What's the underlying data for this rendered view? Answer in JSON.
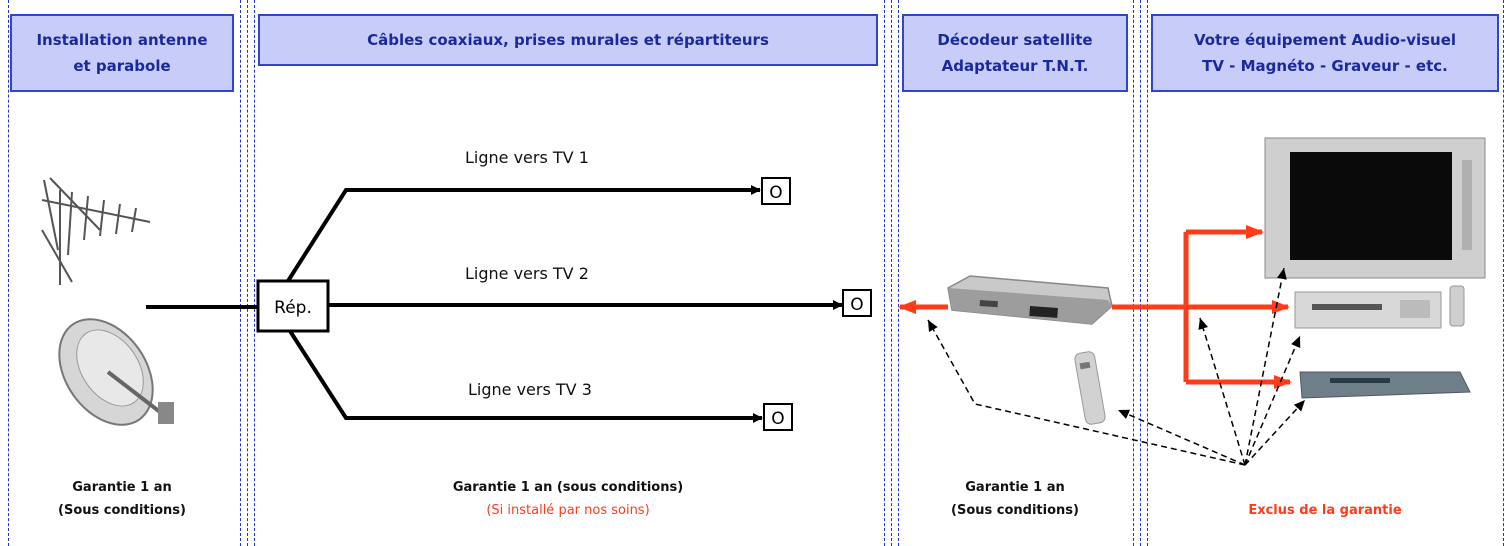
{
  "headers": {
    "col1": "Installation antenne\net parabole",
    "col2": "Câbles coaxiaux, prises murales et répartiteurs",
    "col3": "Décodeur satellite\nAdaptateur T.N.T.",
    "col4": "Votre équipement Audio-visuel\nTV - Magnéto - Graveur - etc."
  },
  "lines": {
    "tv1": "Ligne vers TV 1",
    "tv2": "Ligne vers TV 2",
    "tv3": "Ligne vers TV 3",
    "splitter": "Rép.",
    "socket_symbol": "O"
  },
  "footers": {
    "col1": "Garantie 1 an\n(Sous conditions)",
    "col2_main": "Garantie 1 an (sous conditions)",
    "col2_note": "(Si installé par nos soins)",
    "col3": "Garantie 1 an\n(Sous conditions)",
    "col4": "Exclus de la garantie"
  },
  "colors": {
    "header_bg": "#c8ccf8",
    "header_border": "#3344cc",
    "column_border": "#2233cc",
    "signal_arrow": "#ff3b1a",
    "cable": "#000000"
  }
}
